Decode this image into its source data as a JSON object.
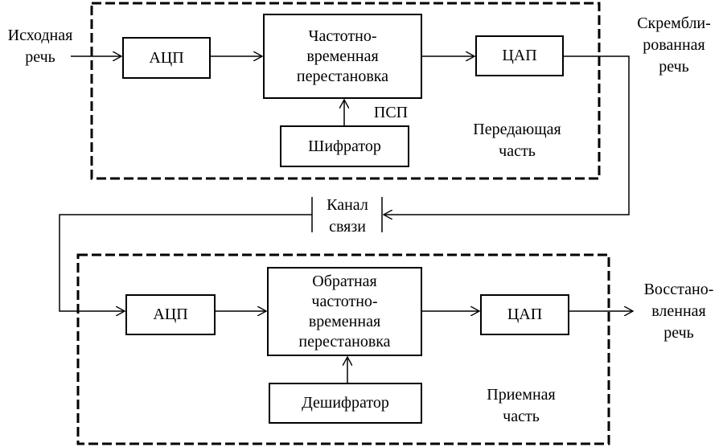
{
  "input_label": [
    "Исходная",
    "речь"
  ],
  "scrambled_label": [
    "Скрембли-",
    "рованная",
    "речь"
  ],
  "restored_label": [
    "Восстано-",
    "вленная",
    "речь"
  ],
  "channel_label": [
    "Канал",
    "связи"
  ],
  "psp_label": "ПСП",
  "transmitter": {
    "title": [
      "Передающая",
      "часть"
    ],
    "adc": "АЦП",
    "permutation": [
      "Частотно-",
      "временная",
      "перестановка"
    ],
    "dac": "ЦАП",
    "encoder": "Шифратор"
  },
  "receiver": {
    "title": [
      "Приемная",
      "часть"
    ],
    "adc": "АЦП",
    "permutation": [
      "Обратная",
      "частотно-",
      "временная",
      "перестановка"
    ],
    "dac": "ЦАП",
    "decoder": "Дешифратор"
  }
}
